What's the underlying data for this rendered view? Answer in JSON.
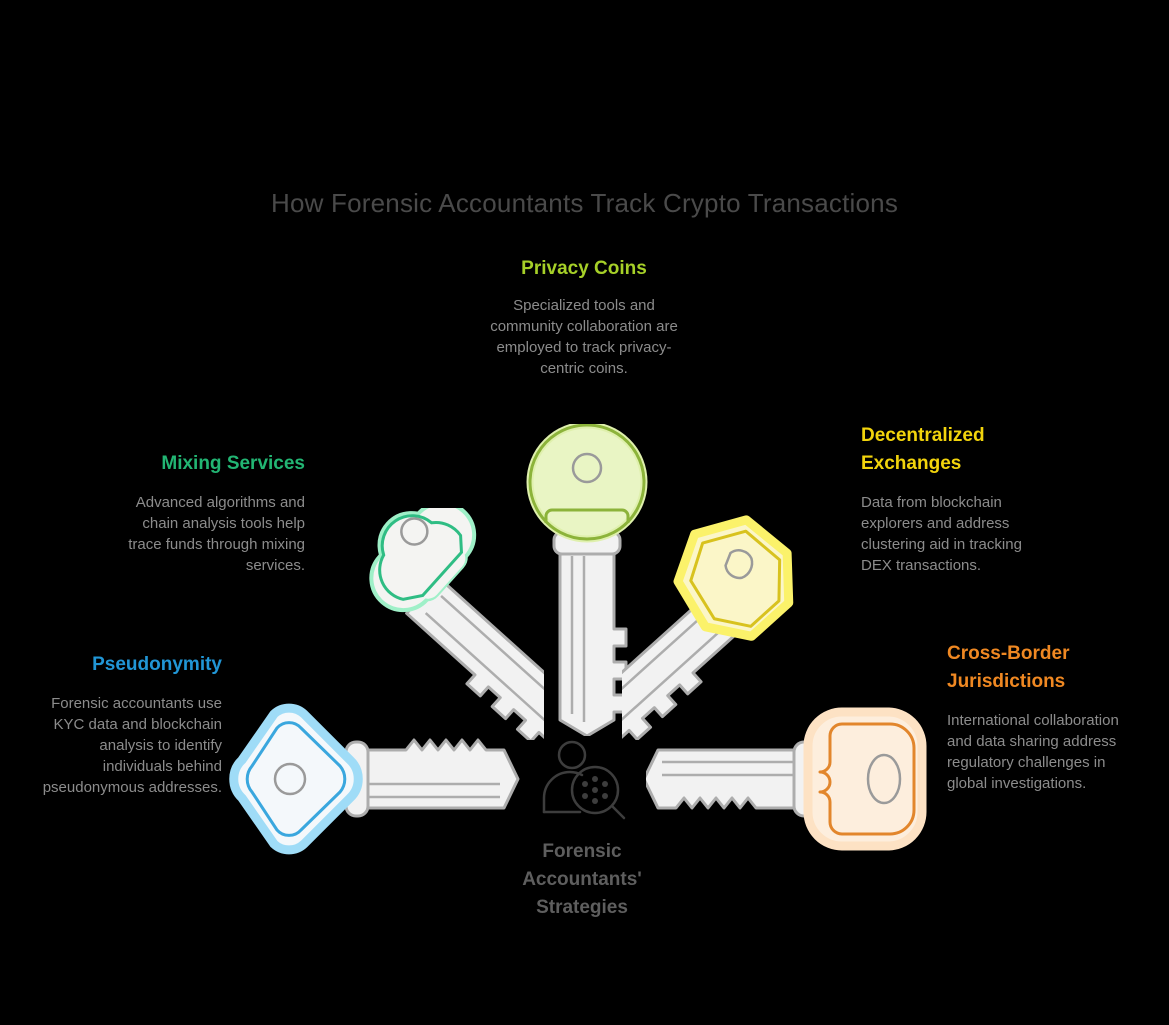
{
  "page": {
    "background_color": "#000000",
    "title": "How Forensic Accountants Track Crypto Transactions",
    "title_color": "#4a4a4a",
    "body_text_color": "#8c8c8c"
  },
  "center": {
    "label": "Forensic Accountants' Strategies",
    "label_line_1": "Forensic",
    "label_line_2": "Accountants'",
    "label_line_3": "Strategies",
    "label_color": "#5e5e5e",
    "icon": "person-with-magnifier-icon"
  },
  "callouts": [
    {
      "id": "privacy-coins",
      "heading": "Privacy Coins",
      "body": "Specialized tools and community collaboration are employed to track privacy-centric coins.",
      "color": "#a6d028",
      "align": "center",
      "key_icon": "key-round-head-icon",
      "key_color": "#e9f5c4",
      "key_stroke": "#8cb33a"
    },
    {
      "id": "mixing-services",
      "heading": "Mixing Services",
      "body": "Advanced algorithms and chain analysis tools help trace funds through mixing services.",
      "color": "#22b573",
      "align": "right",
      "key_icon": "key-clover-head-icon",
      "key_color": "#f4f4f2",
      "key_stroke": "#44d39a"
    },
    {
      "id": "pseudonymity",
      "heading": "Pseudonymity",
      "body": "Forensic accountants use KYC data and blockchain analysis to identify individuals behind pseudonymous addresses.",
      "color": "#2196d6",
      "align": "right",
      "key_icon": "key-diamond-head-icon",
      "key_color": "#f4f8fb",
      "key_stroke": "#44b2e8"
    },
    {
      "id": "decentralized-exchanges",
      "heading": "Decentralized Exchanges",
      "heading_line_1": "Decentralized",
      "heading_line_2": "Exchanges",
      "body": "Data from blockchain explorers and address clustering aid in tracking DEX transactions.",
      "color": "#f2d40c",
      "align": "left",
      "key_icon": "key-hexagon-head-icon",
      "key_color": "#fbf6c8",
      "key_stroke": "#d8c21e"
    },
    {
      "id": "cross-border-jurisdictions",
      "heading": "Cross-Border Jurisdictions",
      "heading_line_1": "Cross-Border",
      "heading_line_2": "Jurisdictions",
      "body": "International collaboration and data sharing address regulatory challenges in global investigations.",
      "color": "#ef8822",
      "align": "left",
      "key_icon": "key-rounded-rect-head-icon",
      "key_color": "#fdeedd",
      "key_stroke": "#e2862c"
    }
  ]
}
